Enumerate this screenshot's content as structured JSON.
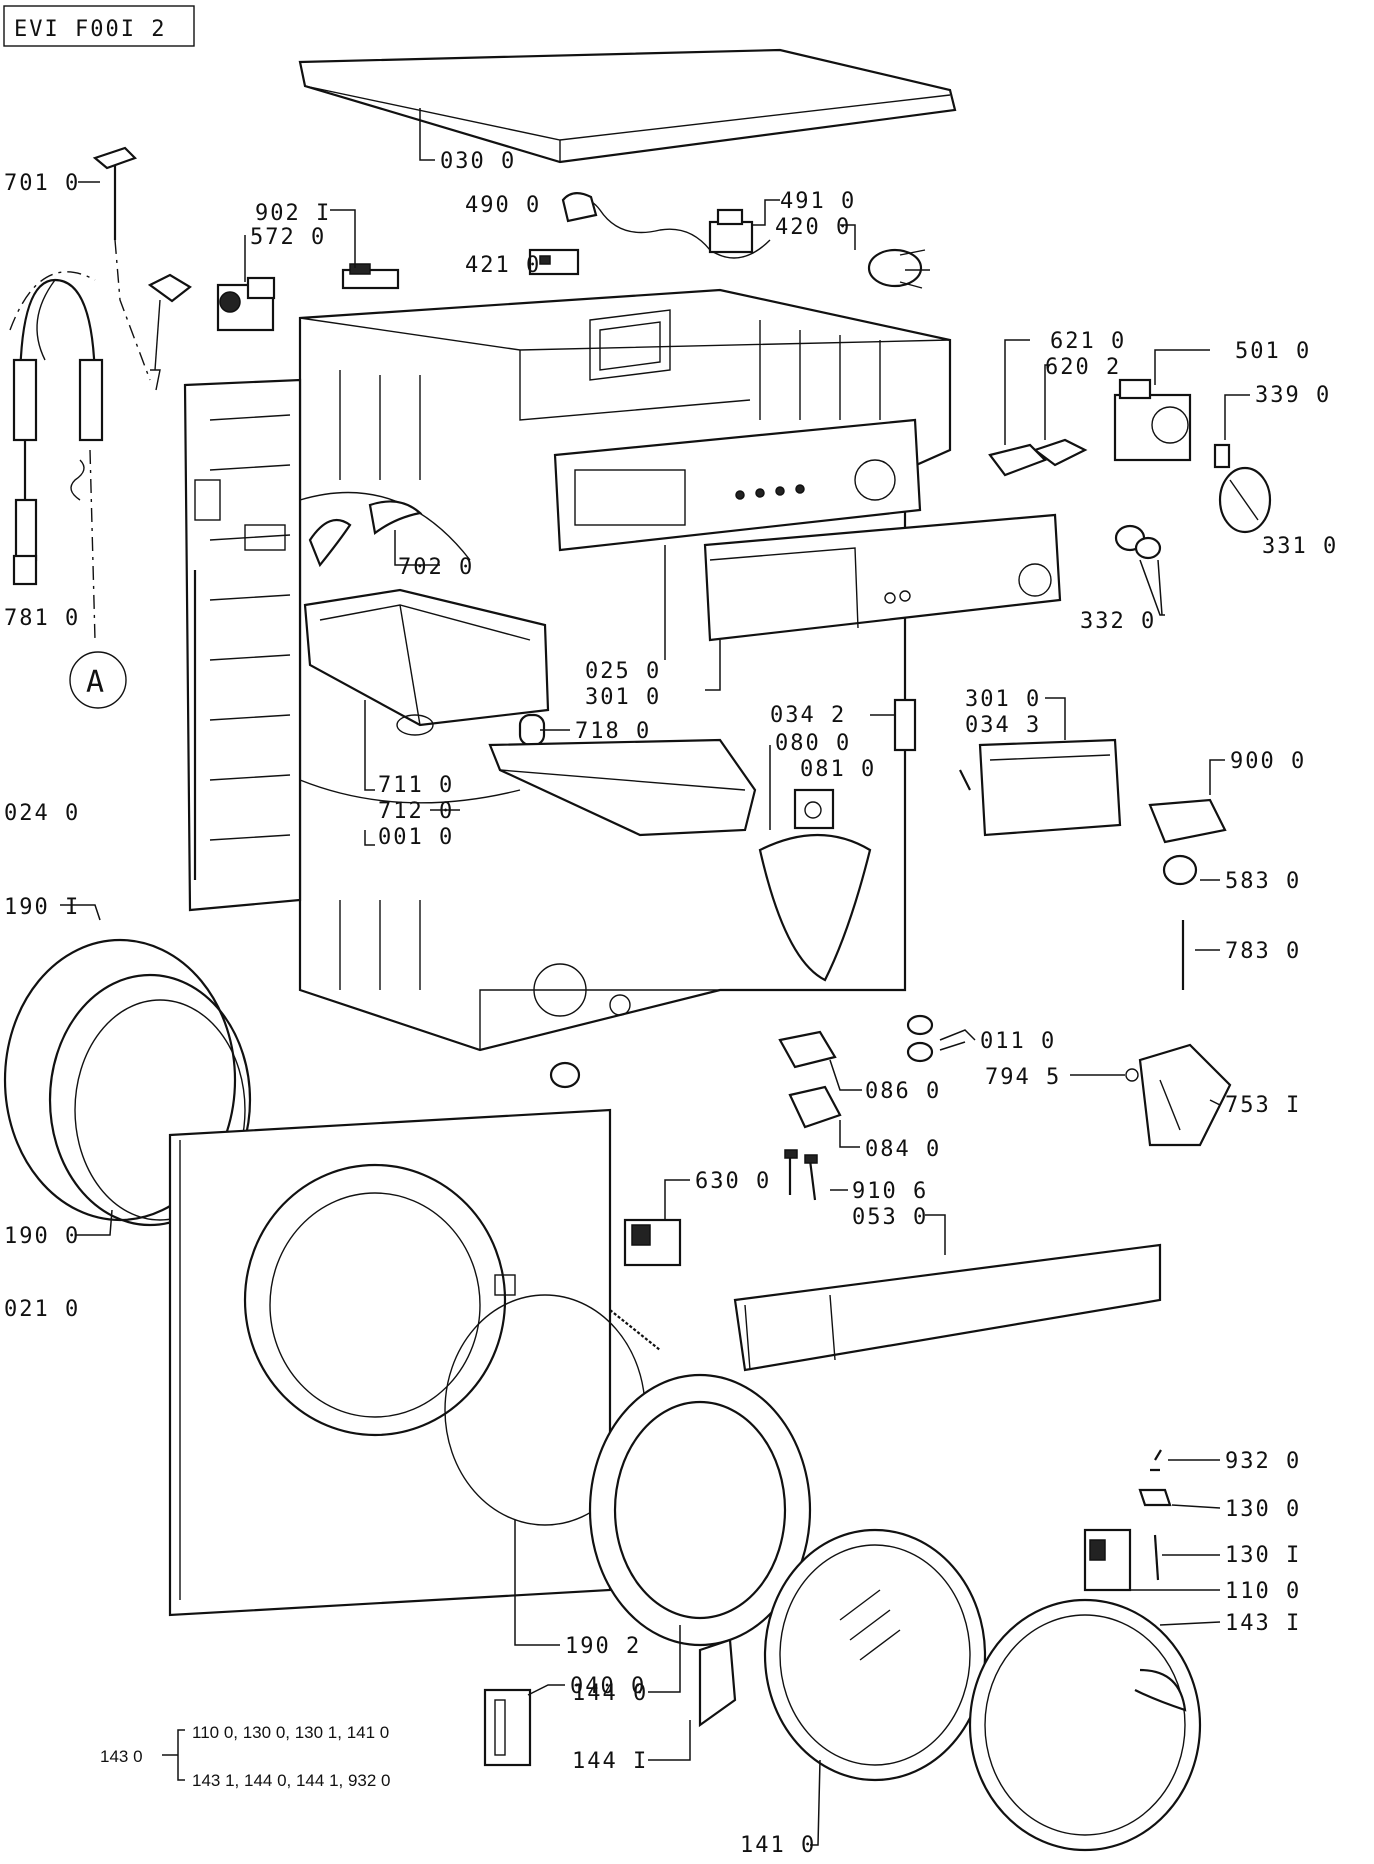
{
  "sheet": {
    "code": "EVI F00I 2"
  },
  "callout": {
    "letter": "A"
  },
  "labels": {
    "l030": "030 0",
    "l490": "490 0",
    "l491": "491 0",
    "l420": "420 0",
    "l421": "421 0",
    "l701": "701 0",
    "l902": "902 I",
    "l572": "572 0",
    "l781": "781 0",
    "l702": "702 0",
    "l621": "621 0",
    "l620": "620 2",
    "l501": "501 0",
    "l339": "339 0",
    "l331": "331 0",
    "l332": "332 0",
    "l025": "025 0",
    "l301a": "301 0",
    "l718": "718 0",
    "l0342": "034 2",
    "l080": "080 0",
    "l081": "081 0",
    "l301b": "301 0",
    "l0343": "034 3",
    "l900": "900 0",
    "l711": "711 0",
    "l712": "712 0",
    "l001": "001 0",
    "l024": "024 0",
    "l583": "583 0",
    "l783": "783 0",
    "l1901": "190 I",
    "l011": "011 0",
    "l794": "794 5",
    "l086": "086 0",
    "l753": "753 I",
    "l084": "084 0",
    "l190": "190 0",
    "l630": "630 0",
    "l910": "910 6",
    "l053": "053 0",
    "l021": "021 0",
    "l932": "932 0",
    "l130": "130 0",
    "l1301": "130 I",
    "l110": "110 0",
    "l1431": "143 I",
    "l1902": "190 2",
    "l040": "040 0",
    "l1440": "144 0",
    "l1441": "144 I",
    "l141": "141 0"
  },
  "kit": {
    "code": "143 0",
    "line1": "110 0, 130 0, 130 1, 141 0",
    "line2": "143 1, 144 0, 144 1, 932 0"
  }
}
